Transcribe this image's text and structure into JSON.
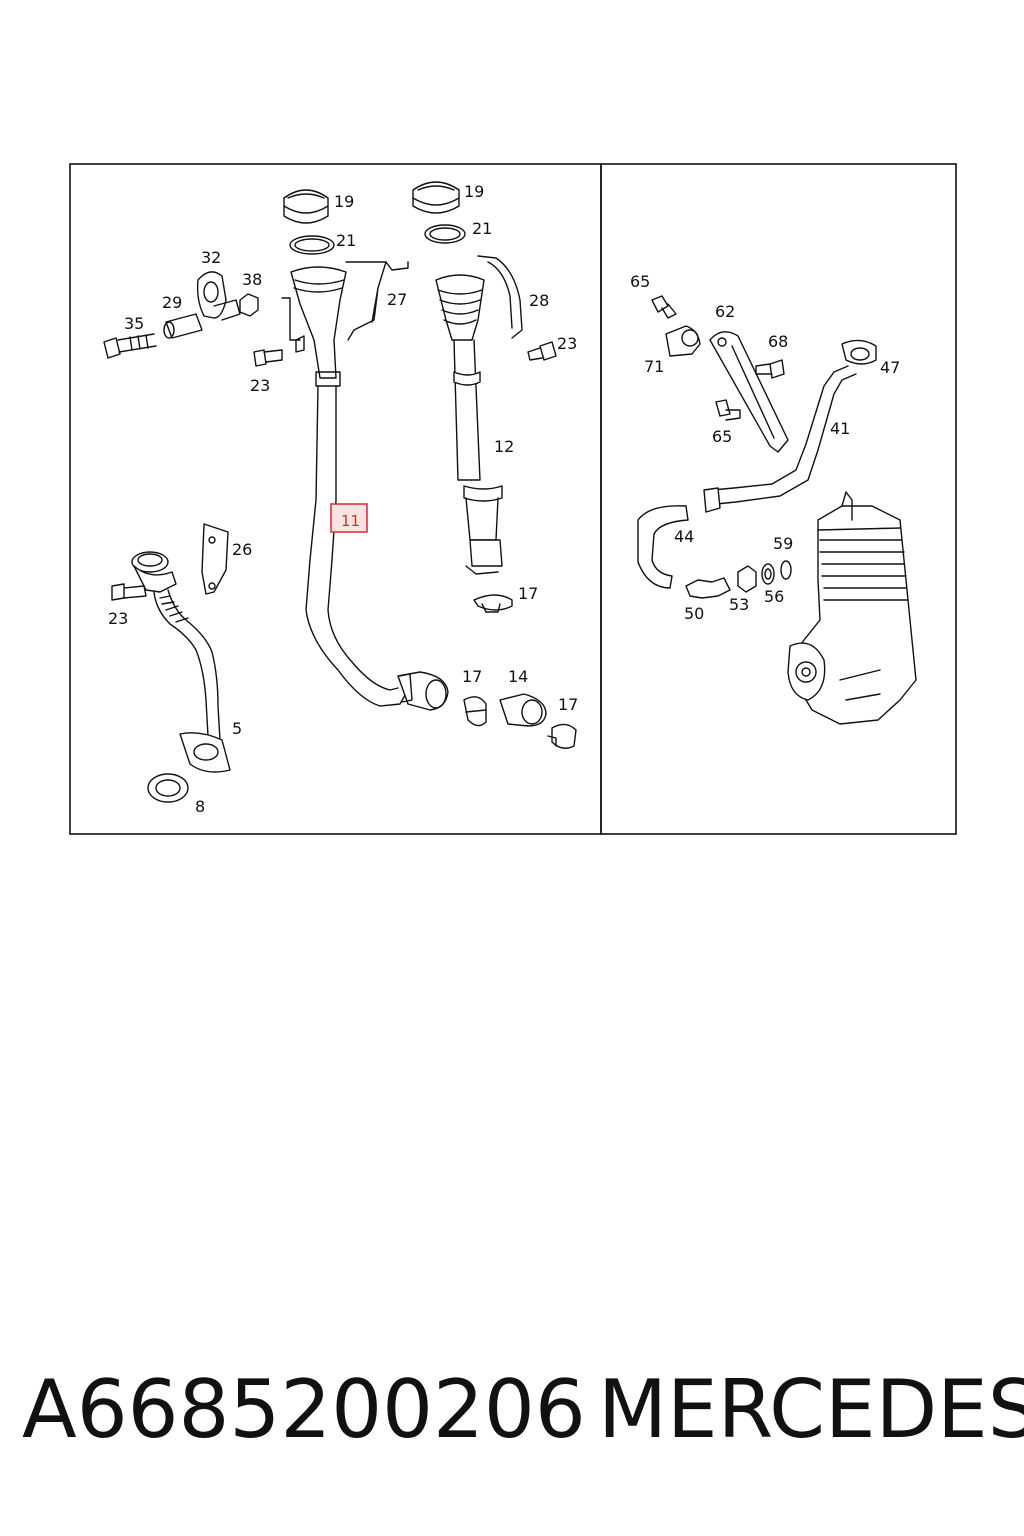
{
  "labels": {
    "c19a": "19",
    "c19b": "19",
    "c21a": "21",
    "c21b": "21",
    "c32": "32",
    "c38": "38",
    "c29": "29",
    "c35": "35",
    "c27": "27",
    "c28": "28",
    "c23a": "23",
    "c23b": "23",
    "c23c": "23",
    "c12": "12",
    "c11": "11",
    "c26": "26",
    "c5": "5",
    "c8": "8",
    "c17a": "17",
    "c17b": "17",
    "c17c": "17",
    "c14": "14",
    "c65a": "65",
    "c65b": "65",
    "c62": "62",
    "c68": "68",
    "c71": "71",
    "c47": "47",
    "c41": "41",
    "c44": "44",
    "c59": "59",
    "c50": "50",
    "c53": "53",
    "c56": "56"
  },
  "highlighted_callout": "11",
  "caption": {
    "part_number": "A6685200206",
    "brand": "MERCEDES"
  },
  "colors": {
    "highlight_stroke": "#d9363e",
    "highlight_fill": "#fbe3e4"
  }
}
